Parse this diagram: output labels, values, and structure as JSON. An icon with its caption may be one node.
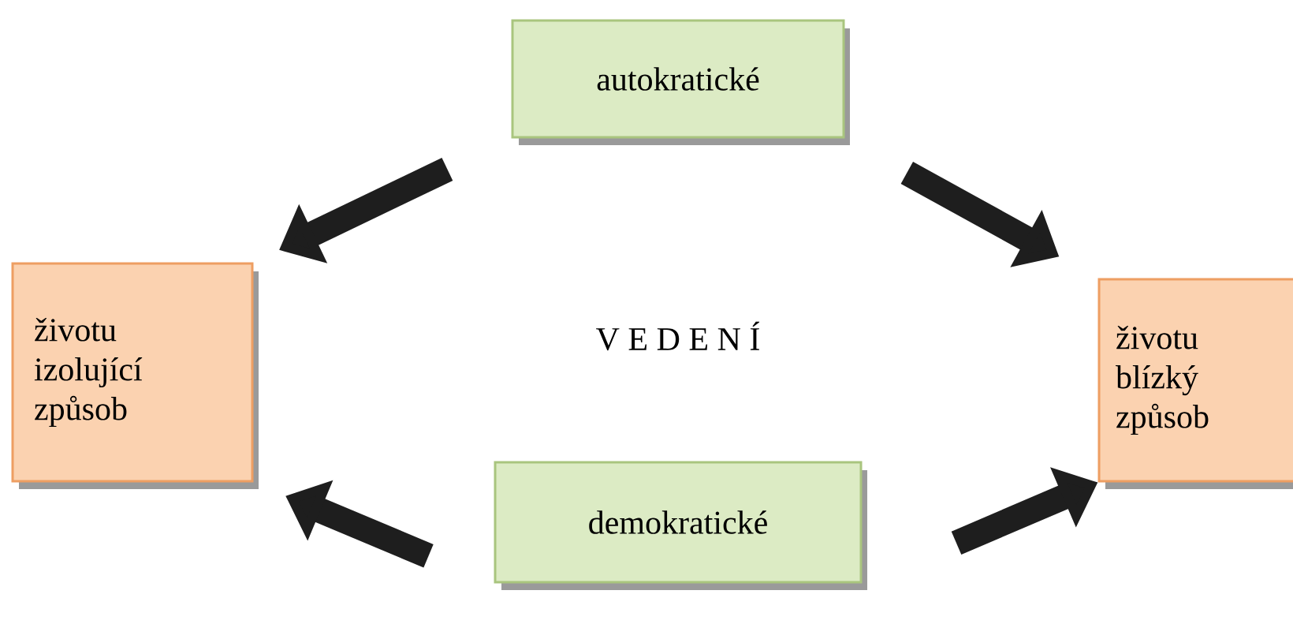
{
  "diagram": {
    "nodes": [
      {
        "text": [
          "autokratické"
        ]
      },
      {
        "text": [
          "životu izolující způsob"
        ]
      },
      {
        "text": [
          "životu blízký způsob"
        ]
      },
      {
        "text": [
          "demokratické"
        ]
      }
    ],
    "edges": [
      {
        "from": 0,
        "to": 1,
        "arrow": "to"
      },
      {
        "from": 0,
        "to": 2,
        "arrow": "to"
      },
      {
        "from": 3,
        "to": 1,
        "arrow": "to"
      },
      {
        "from": 3,
        "to": 2,
        "arrow": "to"
      }
    ],
    "labels": [
      "V E D E N Í"
    ]
  }
}
